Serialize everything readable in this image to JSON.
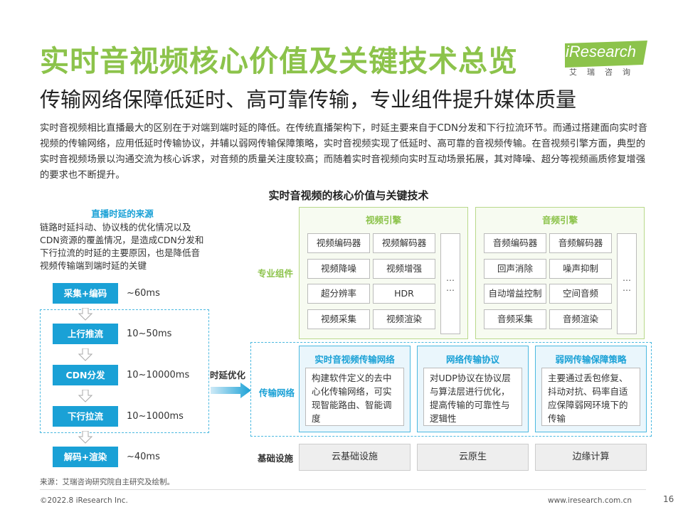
{
  "header": {
    "title": "实时音视频核心价值及关键技术总览",
    "subtitle": "传输网络保障低延时、高可靠传输，专业组件提升媒体质量",
    "logo_text": "iResearch",
    "logo_sub": "艾瑞咨询"
  },
  "intro": "实时音视频相比直播最大的区别在于对端到端时延的降低。在传统直播架构下，时延主要来自于CDN分发和下行拉流环节。而通过搭建面向实时音视频的传输网络，应用低延时传输协议，并辅以弱网传输保障策略，实时音视频实现了低延时、高可靠的音视频传输。在音视频引擎方面，典型的实时音视频场景以沟通交流为核心诉求，对音频的质量关注度较高；而随着实时音视频向实时互动场景拓展，其对降噪、超分等视频画质修复增强的要求也不断提升。",
  "diagram": {
    "title": "实时音视频的核心价值与关键技术",
    "latency": {
      "heading": "直播时延的来源",
      "desc": "链路时延抖动、协议栈的优化情况以及CDN资源的覆盖情况，是造成CDN分发和下行拉流的时延的主要原因，也是降低音视频传输端到端时延的关键",
      "steps": [
        {
          "label": "采集+编码",
          "value": "~60ms"
        },
        {
          "label": "上行推流",
          "value": "10~50ms"
        },
        {
          "label": "CDN分发",
          "value": "10~10000ms"
        },
        {
          "label": "下行拉流",
          "value": "10~1000ms"
        },
        {
          "label": "解码+渲染",
          "value": "~40ms"
        }
      ],
      "arrow_label": "时延优化"
    },
    "rows": {
      "components": "专业组件",
      "network": "传输网络",
      "infra": "基础设施"
    },
    "video_engine": {
      "title": "视频引擎",
      "items": [
        "视频编码器",
        "视频解码器",
        "视频降噪",
        "视频增强",
        "超分辨率",
        "HDR",
        "视频采集",
        "视频渲染"
      ],
      "more": "…"
    },
    "audio_engine": {
      "title": "音频引擎",
      "items": [
        "音频编码器",
        "音频解码器",
        "回声消除",
        "噪声抑制",
        "自动增益控制",
        "空间音频",
        "音频采集",
        "音频渲染"
      ],
      "more": "…"
    },
    "network": [
      {
        "title": "实时音视频传输网络",
        "desc": "构建软件定义的去中心化传输网络，可实现智能路由、智能调度"
      },
      {
        "title": "网络传输协议",
        "desc": "对UDP协议在协议层与算法层进行优化，提高传输的可靠性与逻辑性"
      },
      {
        "title": "弱网传输保障策略",
        "desc": "主要通过丢包修复、抖动对抗、码率自适应保障弱网环境下的传输"
      }
    ],
    "infra": [
      "云基础设施",
      "云原生",
      "边缘计算"
    ]
  },
  "source": "来源：艾瑞咨询研究院自主研究及绘制。",
  "footer": {
    "copyright": "©2022.8 iResearch Inc.",
    "url": "www.iresearch.com.cn",
    "page": "16"
  },
  "colors": {
    "green": "#8cc34b",
    "blue": "#1aa1d6"
  }
}
